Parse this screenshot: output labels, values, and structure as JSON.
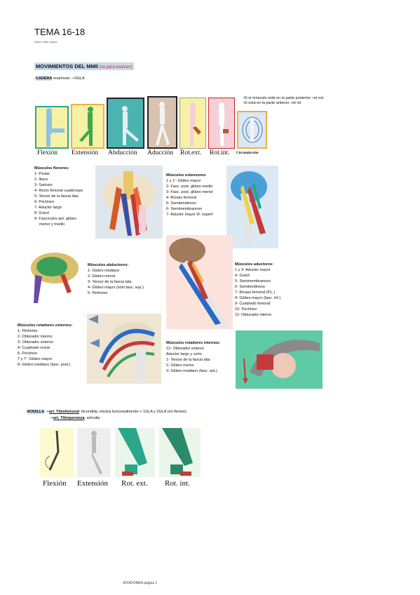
{
  "header": {
    "title": "TEMA 16-18",
    "subtitle": "Miosa Castel ocigreo"
  },
  "section": {
    "heading": "MOVIMIENTOS DEL MMII",
    "heading_note": " (va para examen)"
  },
  "cadera": {
    "label": "CADERA",
    "desc": " enartrosis ->3GLA",
    "notes": [
      "-Si el músculo está en la parte posterior: rot ext",
      "-Si está en la parte anterior: rot int"
    ],
    "movement_captions": [
      "Flexión",
      "Extensión",
      "Abducción",
      "Aducción",
      "Rot.ext.",
      "Rot.int.",
      "Circunducción"
    ]
  },
  "muscle_groups": {
    "flexores": {
      "heading": "Músculos flexores:",
      "items": [
        "1- Psoas",
        "2- Iliaco",
        "3- Sartorio",
        "4- Recto femoral cuadríceps",
        "5- Tensor de la fascia lata",
        "6- Pectíneo",
        "7- Aductor largo",
        "8- Grácil",
        "9- Fascículos ant. glúteo",
        "menor y medio"
      ]
    },
    "extensores": {
      "heading": "Músculos extensores:",
      "items": [
        "1 y 1'- Glúteo mayor",
        "2- Fasc. post. glúteo medio",
        "3- Fasc. post. glúteo menor",
        "4- Bíceps femoral",
        "5- Semitendinoso",
        "6- Semimembranoso",
        "7- Aductor mayor (F. superf"
      ]
    },
    "abductores": {
      "heading": "Músculos abductores:",
      "items": [
        "1- Glúteo mediano",
        "2- Glúteo menor",
        "3- Tensor de la fascia lata",
        "4- Glúteo mayor (sólo fasc. sup.)",
        "5- Piriforme"
      ]
    },
    "aductores": {
      "heading": "Músculos aductores:",
      "items": [
        "1 y 3- Aductor mayor",
        "4- Grácil",
        "5- Semimembranoso",
        "6- Semitendinoso",
        "7- Bíceps femoral (P.L.)",
        "8- Glúteo mayor (fasc. inf.)",
        "9- Cuadrado femoral",
        "10- Pectíneo",
        "11- Obturador interno"
      ]
    },
    "rotadores_externos": {
      "heading": "Músculos rotadores externos:",
      "items": [
        "1- Piriforme",
        "2- Obturador interno",
        "3- Obturador externo",
        "4- Cuadrado crural",
        "6- Pectíneo",
        "7 y 7'- Glúteo mayor",
        "8- Glúteo mediano (fasc. post.)"
      ]
    },
    "rotadores_internos": {
      "heading": "Músculos rotadores internos:",
      "items": [
        "12- Obturador externo",
        "Aductor largo y corto",
        "1- Tensor de la fascia lata",
        "2- Glúteo menor",
        "3- Glúteo mediano (fasc. ant.)"
      ]
    }
  },
  "rodilla": {
    "label": "RODILLA",
    "line1_a": " ->",
    "line1_b": "art. Tibiofemoral",
    "line1_c": ": bicondilia, tróclea funcionalmente-> 1GLA y 2GLA (en flexión)",
    "line2_a": "->",
    "line2_b": "art. Tibioperonea",
    "line2_c": ": artrodia",
    "movement_captions": [
      "Flexión",
      "Extensión",
      "Rot. ext.",
      "Rot. int."
    ]
  },
  "footer": {
    "text": "ANATOMIA página 1"
  },
  "colors": {
    "highlight": "#c9d9ee",
    "note_red": "#e0201c",
    "panel_yellow": "#f6f1a5",
    "panel_green": "#2aa68a",
    "panel_teal": "#4bb4b0",
    "panel_tan": "#d7c3b0",
    "panel_pink": "#f6cfd8",
    "panel_blue": "#8ec2e6"
  }
}
